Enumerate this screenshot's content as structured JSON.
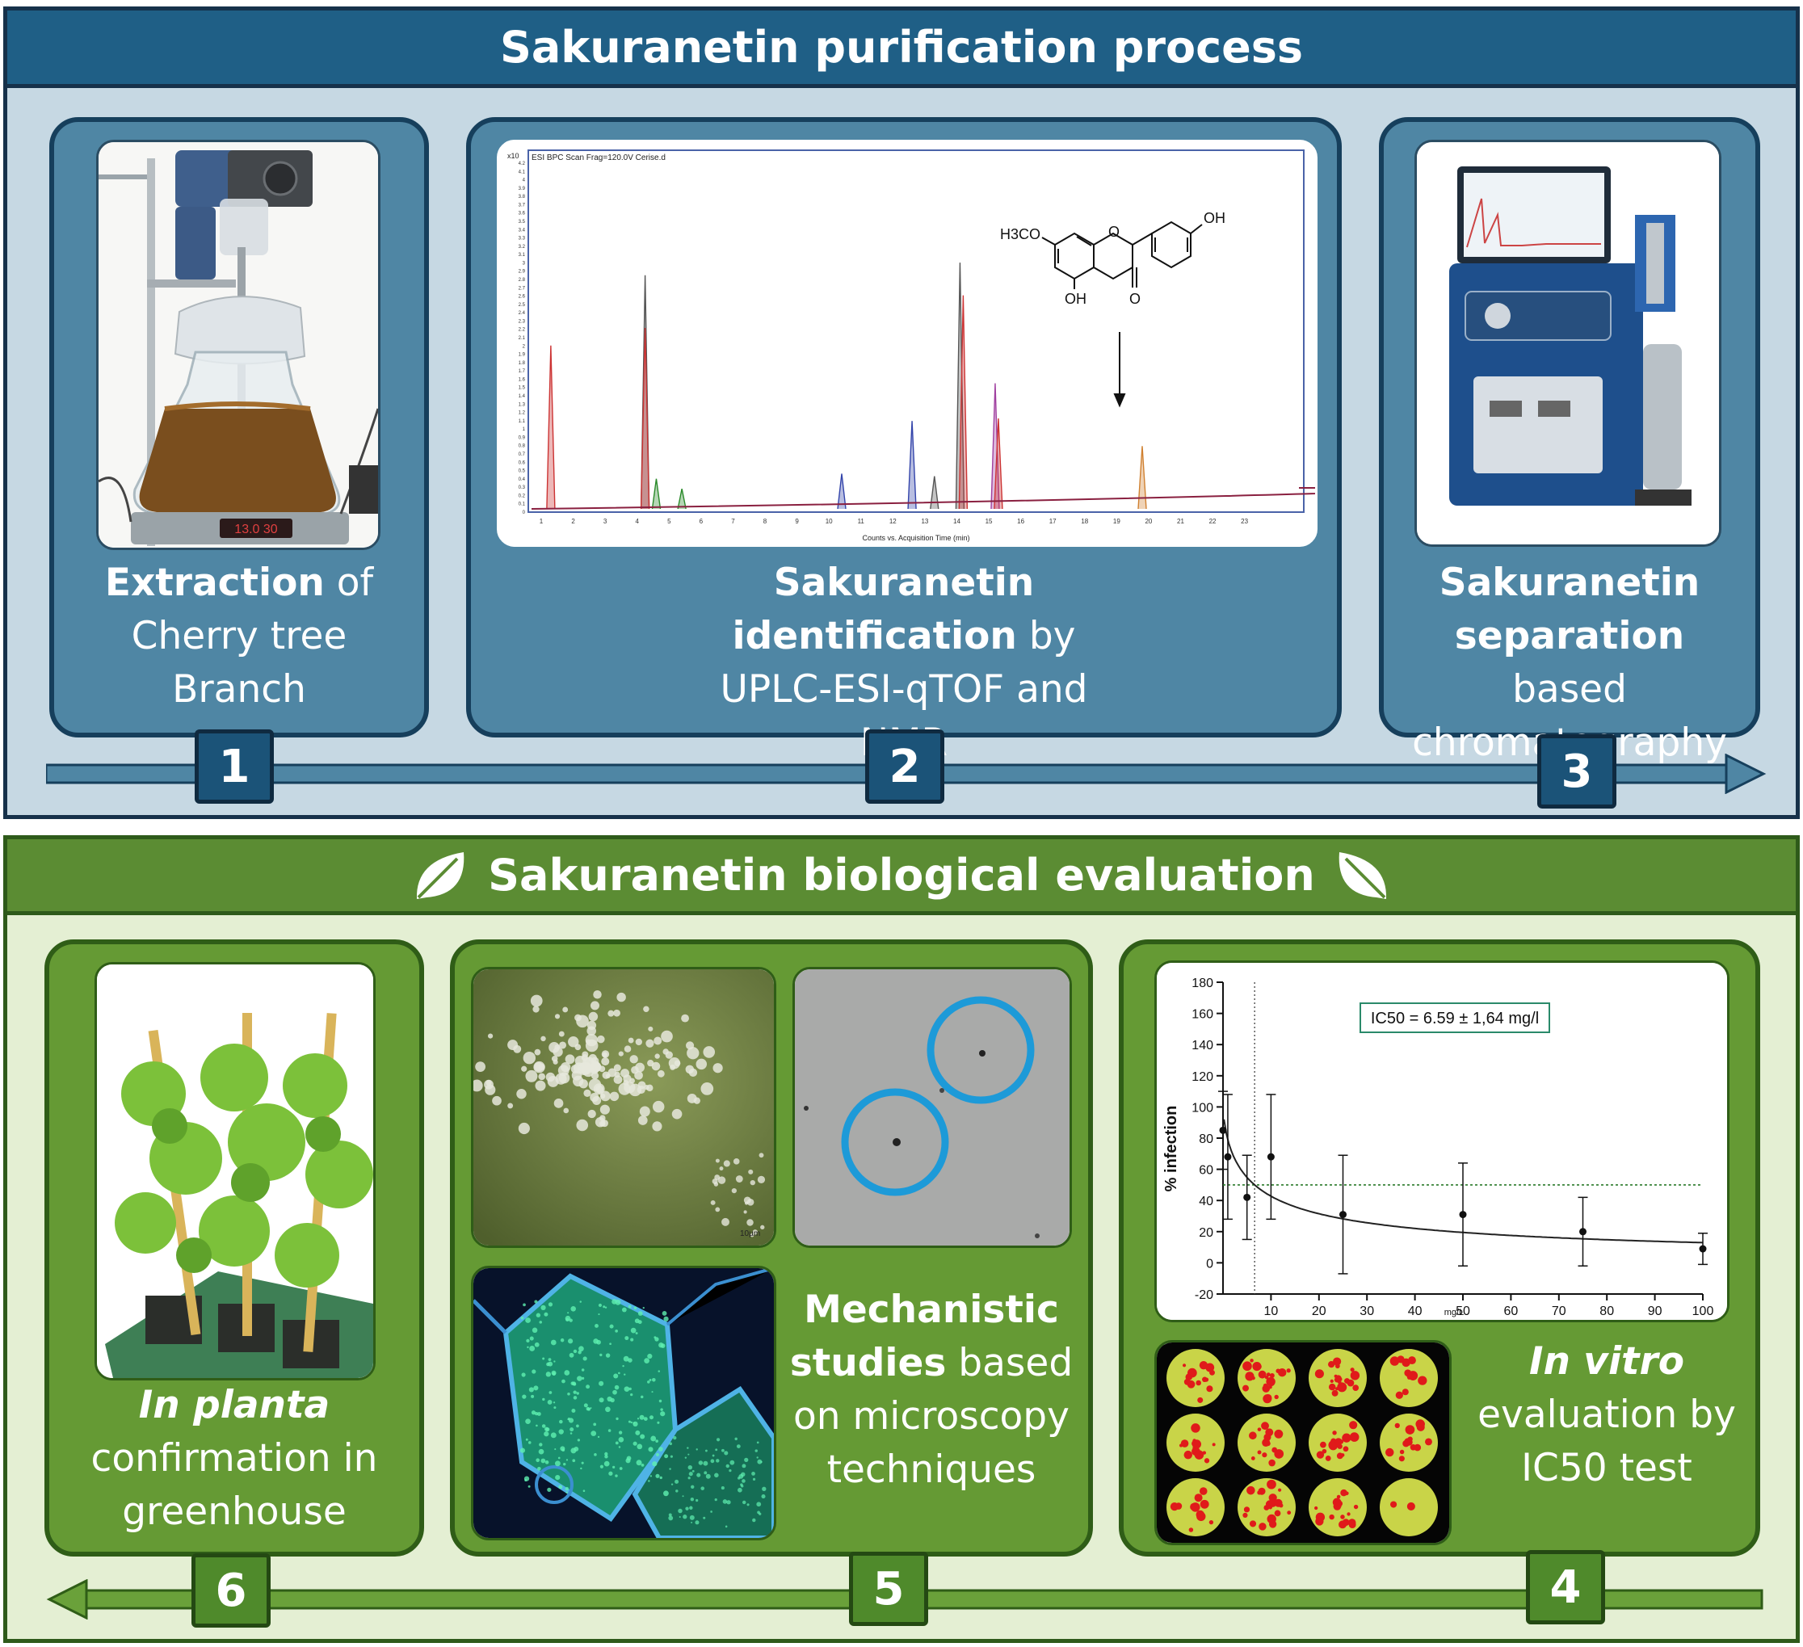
{
  "purification": {
    "title": "Sakuranetin purification process",
    "steps": [
      {
        "number": "1",
        "bold": "Extraction",
        "rest": " of Cherry tree Branch"
      },
      {
        "number": "2",
        "bold": "Sakuranetin identification",
        "rest": " by UPLC-ESI-qTOF and NMR"
      },
      {
        "number": "3",
        "bold": "Sakuranetin separation",
        "rest": " based chromatography"
      }
    ],
    "chromatogram": {
      "title": "ESI BPC Scan Frag=120.0V Cerise.d",
      "y_unit": "x10",
      "x_label": "Counts vs. Acquisition Time (min)",
      "x_ticks": [
        "1",
        "2",
        "3",
        "4",
        "5",
        "6",
        "7",
        "8",
        "9",
        "10",
        "11",
        "12",
        "13",
        "14",
        "15",
        "16",
        "17",
        "18",
        "19",
        "20",
        "21",
        "22",
        "23"
      ],
      "y_ticks": [
        "0",
        "0.1",
        "0.2",
        "0.3",
        "0.4",
        "0.5",
        "0.6",
        "0.7",
        "0.8",
        "0.9",
        "1",
        "1.1",
        "1.2",
        "1.3",
        "1.4",
        "1.5",
        "1.6",
        "1.7",
        "1.8",
        "1.9",
        "2",
        "2.1",
        "2.2",
        "2.3",
        "2.4",
        "2.5",
        "2.6",
        "2.7",
        "2.8",
        "2.9",
        "3",
        "3.1",
        "3.2",
        "3.3",
        "3.4",
        "3.5",
        "3.6",
        "3.7",
        "3.8",
        "3.9",
        "4",
        "4.1",
        "4.2"
      ],
      "molecule_labels": {
        "methoxy": "H3CO",
        "hydroxyl_top": "OH",
        "hydroxyl_bottom": "OH",
        "ketone": "O",
        "ring_oxygen": "O"
      }
    }
  },
  "evaluation": {
    "title": "Sakuranetin biological evaluation",
    "steps": [
      {
        "number": "4",
        "italic_bold": "In vitro",
        "rest": "evaluation by IC50 test"
      },
      {
        "number": "5",
        "bold": "Mechanistic studies",
        "rest": " based on microscopy techniques"
      },
      {
        "number": "6",
        "italic_bold": "In planta",
        "rest": "confirmation in greenhouse"
      }
    ],
    "scale_bar": "10µm"
  },
  "chart_data": {
    "type": "scatter",
    "title": "",
    "annotation": "IC50 = 6.59 ± 1,64 mg/l",
    "xlabel": "mg/L",
    "ylabel": "% infection",
    "xlim": [
      0,
      100
    ],
    "ylim": [
      -20,
      180
    ],
    "x_ticks": [
      10,
      20,
      30,
      40,
      50,
      60,
      70,
      80,
      90,
      100
    ],
    "y_ticks": [
      -20,
      0,
      20,
      40,
      60,
      80,
      100,
      120,
      140,
      160,
      180
    ],
    "reference_line_y": 50,
    "reference_line_x": 6.59,
    "series": [
      {
        "x": [
          0,
          1,
          5,
          10,
          25,
          50,
          75,
          100
        ],
        "y": [
          85,
          68,
          42,
          68,
          31,
          31,
          20,
          9
        ],
        "err": [
          25,
          40,
          27,
          40,
          38,
          33,
          22,
          10
        ]
      }
    ],
    "fit": {
      "top": 100,
      "bottom": 0,
      "ic50": 6.59,
      "hill": 0.7
    },
    "colors": {
      "points": "#111111",
      "fit": "#222222",
      "reference": "#2a7a2a"
    }
  }
}
